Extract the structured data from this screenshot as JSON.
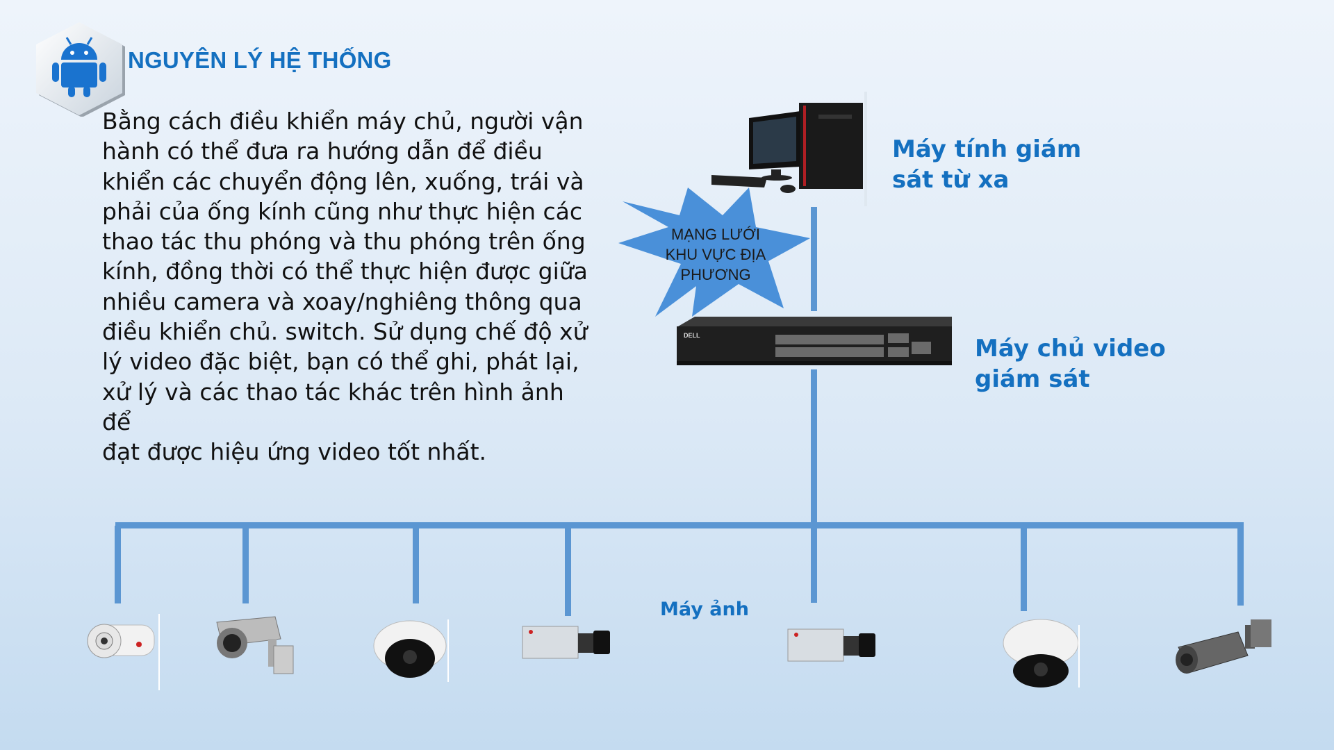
{
  "header": {
    "title": "NGUYÊN LÝ HỆ THỐNG",
    "badge_icon": "android-icon"
  },
  "description": " Bằng cách điều khiển máy chủ, người vận\nhành có thể đưa ra hướng dẫn để điều\nkhiển các chuyển động lên, xuống, trái và\nphải của ống kính cũng như thực hiện các\nthao tác thu phóng và thu phóng trên ống\nkính, đồng thời có thể thực hiện được giữa\nnhiều camera và xoay/nghiêng thông qua\nđiều khiển chủ. switch. Sử dụng chế độ xử\nlý video đặc biệt, bạn có thể ghi, phát lại,\nxử lý và các thao tác khác trên hình ảnh để\nđạt được hiệu ứng video tốt nhất.",
  "diagram": {
    "pc_label": "Máy tính giám\nsát từ xa",
    "network_label": "MẠNG LƯỚI\nKHU VỰC ĐỊA\nPHƯƠNG",
    "server_label": "Máy chủ video\ngiám sát",
    "switch_brand": "DELL",
    "cameras_label": "Máy ảnh",
    "cameras": [
      {
        "type": "bullet-ir-camera"
      },
      {
        "type": "housing-ir-camera"
      },
      {
        "type": "dome-camera"
      },
      {
        "type": "box-camera"
      },
      {
        "type": "box-camera"
      },
      {
        "type": "dome-camera"
      },
      {
        "type": "bullet-camera"
      }
    ]
  },
  "colors": {
    "accent": "#1470c0",
    "connector": "#5b96d2",
    "burst": "#4a90d9",
    "text": "#111111"
  }
}
